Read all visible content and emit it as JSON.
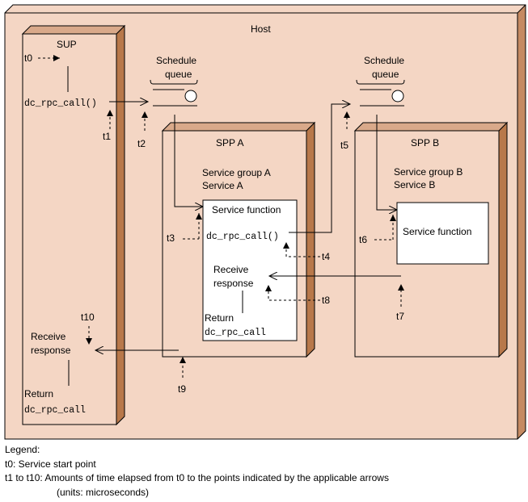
{
  "host": {
    "title": "Host",
    "fill": "#f4d6c4",
    "edge": "#b8784a"
  },
  "sup": {
    "title": "SUP",
    "start_label": "t0",
    "call": "dc_rpc_call()",
    "receive_line1": "Receive",
    "receive_line2": "response",
    "return_label": "Return",
    "return_call": "dc_rpc_call"
  },
  "queue_a": {
    "label_line1": "Schedule",
    "label_line2": "queue"
  },
  "queue_b": {
    "label_line1": "Schedule",
    "label_line2": "queue"
  },
  "spp_a": {
    "title": "SPP A",
    "group": "Service group A",
    "service": "Service A",
    "function_title": "Service function",
    "call": "dc_rpc_call()",
    "receive_line1": "Receive",
    "receive_line2": "response",
    "return_label": "Return",
    "return_call": "dc_rpc_call"
  },
  "spp_b": {
    "title": "SPP B",
    "group": "Service group B",
    "service": "Service B",
    "function_title": "Service function"
  },
  "time_points": {
    "t1": "t1",
    "t2": "t2",
    "t3": "t3",
    "t4": "t4",
    "t5": "t5",
    "t6": "t6",
    "t7": "t7",
    "t8": "t8",
    "t9": "t9",
    "t10": "t10"
  },
  "legend": {
    "heading": "Legend:",
    "line1": "t0: Service start point",
    "line2": "t1 to t10: Amounts of time elapsed from t0 to the points indicated by the applicable arrows",
    "line3": "(units: microseconds)"
  }
}
